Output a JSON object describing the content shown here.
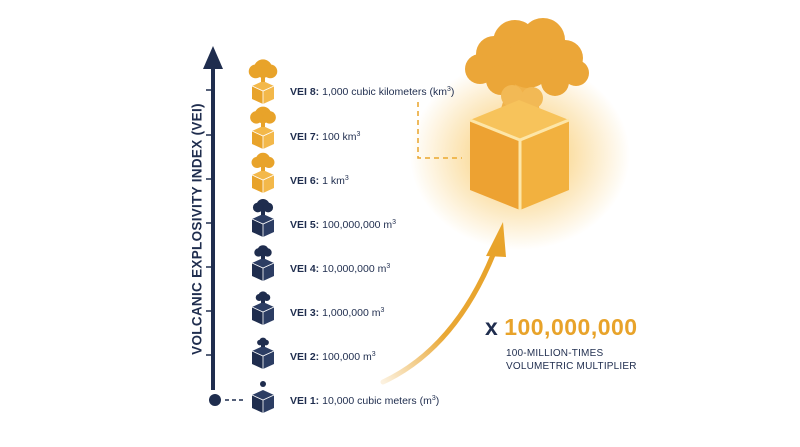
{
  "axis_title": "VOLCANIC EXPLOSIVITY INDEX (VEI)",
  "levels": [
    {
      "code": "VEI 8:",
      "text": "1,000 cubic kilometers (km",
      "sup": "3",
      "suffix": ")",
      "tier": "gold"
    },
    {
      "code": "VEI 7:",
      "text": "100 km",
      "sup": "3",
      "suffix": "",
      "tier": "gold"
    },
    {
      "code": "VEI 6:",
      "text": "1 km",
      "sup": "3",
      "suffix": "",
      "tier": "gold"
    },
    {
      "code": "VEI 5:",
      "text": "100,000,000 m",
      "sup": "3",
      "suffix": "",
      "tier": "navy"
    },
    {
      "code": "VEI 4:",
      "text": "10,000,000 m",
      "sup": "3",
      "suffix": "",
      "tier": "navy"
    },
    {
      "code": "VEI 3:",
      "text": "1,000,000 m",
      "sup": "3",
      "suffix": "",
      "tier": "navy"
    },
    {
      "code": "VEI 2:",
      "text": "100,000 m",
      "sup": "3",
      "suffix": "",
      "tier": "navy"
    },
    {
      "code": "VEI 1:",
      "text": "10,000 cubic meters (m",
      "sup": "3",
      "suffix": ")",
      "tier": "navy"
    }
  ],
  "multiplier": {
    "prefix": "x",
    "value": "100,000,000",
    "caption_line1": "100-MILLION-TIMES",
    "caption_line2": "VOLUMETRIC MULTIPLIER"
  },
  "colors": {
    "navy": "#1f2d4e",
    "gold": "#e8a32a",
    "gold_light": "#f3b84a"
  },
  "icons": [
    "box-with-eruption-cloud-icon",
    "large-glowing-cube-icon",
    "mushroom-cloud-icon",
    "curved-arrow-icon"
  ]
}
